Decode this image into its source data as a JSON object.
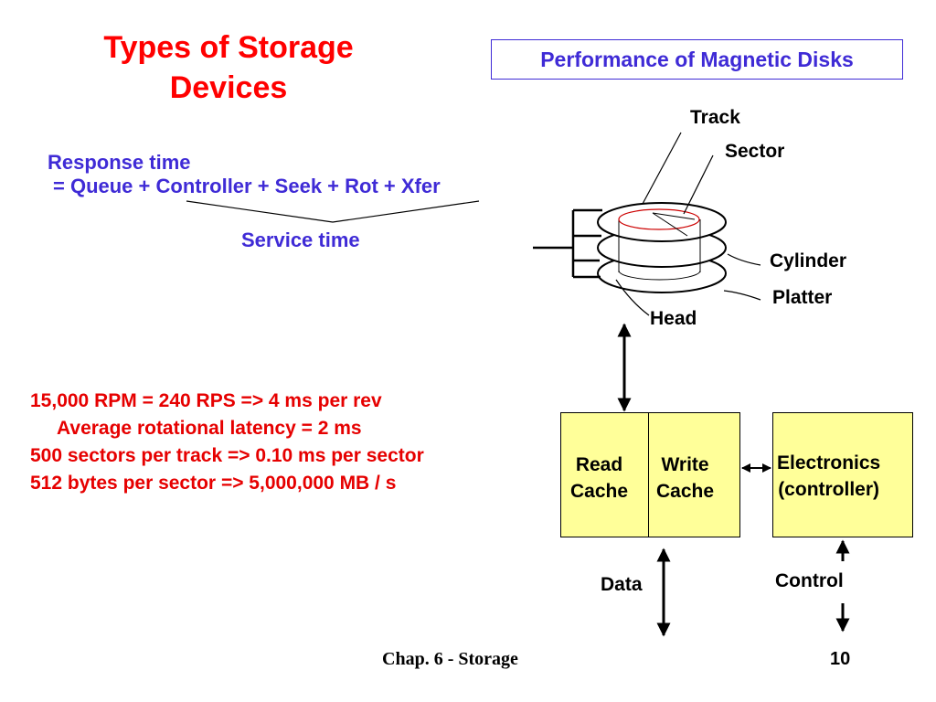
{
  "slide": {
    "title": "Types of Storage Devices",
    "subtitle_box": "Performance of Magnetic Disks",
    "response_time_label": "Response time",
    "response_time_formula": "= Queue + Controller + Seek + Rot + Xfer",
    "service_time_label": "Service time",
    "facts": [
      "15,000 RPM = 240 RPS => 4 ms per rev",
      "Average rotational latency = 2 ms",
      "500 sectors per track => 0.10 ms per sector",
      "512 bytes per sector => 5,000,000 MB / s"
    ],
    "disk_labels": {
      "track": "Track",
      "sector": "Sector",
      "cylinder": "Cylinder",
      "platter": "Platter",
      "head": "Head"
    },
    "cache": {
      "read": "Read\nCache",
      "write": "Write\nCache"
    },
    "controller": "Electronics\n(controller)",
    "data_label": "Data",
    "control_label": "Control",
    "footer": {
      "chapter": "Chap. 6 - Storage",
      "page": "10"
    },
    "colors": {
      "title": "#ff0000",
      "accent": "#3f2bd6",
      "facts": "#e60000",
      "box_fill": "#ffff99",
      "track_ring": "#cc0000"
    }
  }
}
